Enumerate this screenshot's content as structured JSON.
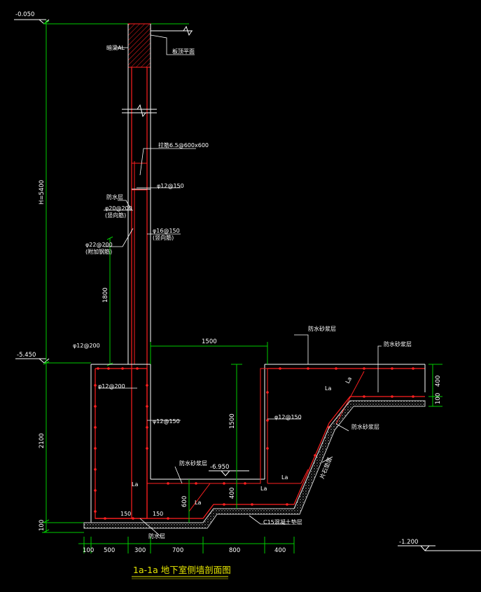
{
  "title": "1a-1a 地下室侧墙剖面图",
  "colors": {
    "background": "#000000",
    "rebar": "#ff2020",
    "dimension": "#00cc00",
    "text": "#ffffff",
    "title": "#e6e600",
    "concrete": "#cfcfcf"
  },
  "elevations": {
    "top": "-0.050",
    "mid": "-5.450",
    "bottom": "-6.950",
    "right": "-1.200"
  },
  "dims": {
    "wall_height": "H=5400",
    "lower_height": "2100",
    "bottom_left": "100",
    "d1800": "1800",
    "d1500_h": "1500",
    "d1500_v": "1500",
    "d400_a": "400",
    "d600": "600",
    "d400_r": "400",
    "d100_r": "100",
    "bottom_row": [
      "100",
      "500",
      "300",
      "700",
      "800",
      "400"
    ]
  },
  "labels": {
    "wall_beam": "暗梁AL",
    "floor_top": "板顶平面",
    "tie_bar": "拉筋6.5@600x600",
    "bar_12_150_a": "φ12@150",
    "bar_anti": "防水层",
    "bar_20_200": "φ20@200",
    "bar_20_200_sub": "(竖向筋)",
    "bar_22_200": "φ22@200",
    "bar_22_200_sub": "(附加钢筋)",
    "bar_16_150": "φ16@150",
    "bar_16_150_sub": "(竖向筋)",
    "bar_12_200_a": "φ12@200",
    "bar_12_200_b": "φ12@200",
    "bar_12_150_b": "φ12@150",
    "bar_12_150_c": "φ12@150",
    "waterproof_a": "防水砂浆层",
    "waterproof_b": "防水砂浆层",
    "waterproof_c": "防水砂浆层",
    "waterproof_d": "防水砂浆层",
    "waterproof_e": "防水层",
    "lean_concrete": "C15混凝土垫层",
    "rubble": "片石垫层",
    "la1": "La",
    "la2": "La",
    "la3": "La",
    "la4": "La",
    "la5": "La",
    "la6": "La",
    "d150a": "150",
    "d150b": "150"
  }
}
